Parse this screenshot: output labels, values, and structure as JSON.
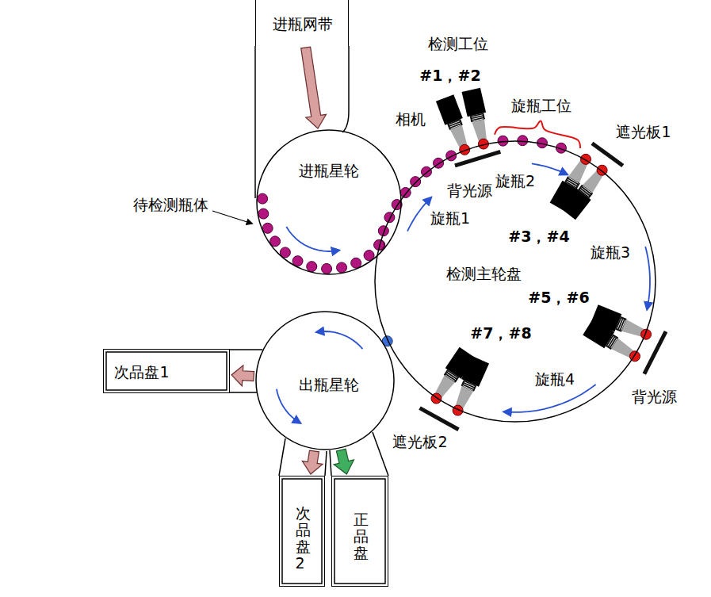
{
  "diagram": {
    "nodes": [
      {
        "text": [
          "进瓶网带"
        ]
      },
      {
        "text": [
          "进瓶星轮"
        ]
      },
      {
        "text": [
          "检测主轮盘"
        ]
      },
      {
        "text": [
          "出瓶星轮"
        ]
      },
      {
        "text": [
          "次品盘1"
        ]
      },
      {
        "text": [
          "次品盘2"
        ]
      },
      {
        "text": [
          "正品盘"
        ]
      }
    ],
    "edges": [
      {
        "from": 0,
        "to": 1,
        "arrow": "to"
      },
      {
        "from": 3,
        "to": 4,
        "arrow": "to"
      },
      {
        "from": 3,
        "to": 5,
        "arrow": "to"
      },
      {
        "from": 3,
        "to": 6,
        "arrow": "to"
      }
    ],
    "labels": [
      "检测工位",
      "#1，#2",
      "相机",
      "旋瓶工位",
      "遮光板1",
      "旋瓶2",
      "背光源",
      "旋瓶1",
      "#3，#4",
      "旋瓶3",
      "待检测瓶体",
      "#5，#6",
      "#7，#8",
      "背光源",
      "旋瓶4",
      "遮光板2"
    ]
  }
}
